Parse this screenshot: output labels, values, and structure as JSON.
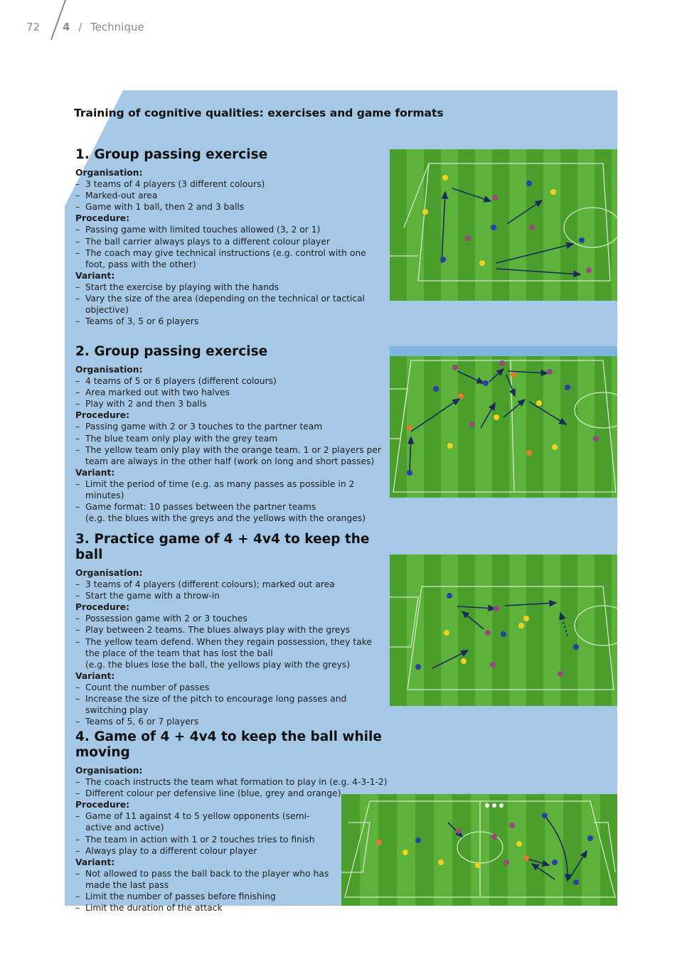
{
  "header": {
    "page_number": "72",
    "chapter_number": "4",
    "separator": "/",
    "chapter_title": "Technique"
  },
  "main_title": "Training of cognitive qualities: exercises and game formats",
  "colors": {
    "panel": "#a5c8e6",
    "pitch_light": "#6fbf3f",
    "pitch_dark": "#4ea42c"
  },
  "sections": [
    {
      "title": "1. Group passing exercise",
      "groups": [
        {
          "label": "Organisation:",
          "items": [
            "3 teams of 4 players (3 different colours)",
            "Marked-out area",
            "Game with 1 ball, then 2 and 3 balls"
          ]
        },
        {
          "label": "Procedure:",
          "items": [
            "Passing game with limited touches allowed (3, 2 or 1)",
            "The ball carrier always plays to a different colour player",
            "The coach may give technical instructions (e.g. control with one foot, pass with the other)"
          ]
        },
        {
          "label": "Variant:",
          "items": [
            "Start the exercise by playing with the hands",
            "Vary the size of the area (depending on the technical or tactical objective)",
            "Teams of 3, 5 or 6 players"
          ]
        }
      ]
    },
    {
      "title": "2. Group passing exercise",
      "groups": [
        {
          "label": "Organisation:",
          "items": [
            "4 teams of 5 or 6 players (different colours)",
            "Area marked out with two halves",
            "Play with 2 and then 3 balls"
          ]
        },
        {
          "label": "Procedure:",
          "items": [
            "Passing game with 2 or 3 touches to the partner team",
            "The blue team only play with the grey team",
            "The yellow team only play with the orange team. 1 or 2 players per team are always in the other half (work on long and short passes)"
          ]
        },
        {
          "label": "Variant:",
          "items": [
            "Limit the period of time (e.g. as many passes as possible in 2 minutes)",
            "Game format: 10 passes between the partner teams",
            "(e.g. the blues with the greys and the yellows with the oranges)"
          ]
        }
      ]
    },
    {
      "title": "3. Practice game of 4 + 4v4 to keep the ball",
      "groups": [
        {
          "label": "Organisation:",
          "items": [
            "3 teams of 4 players (different colours); marked out area",
            "Start the game with a throw-in"
          ]
        },
        {
          "label": "Procedure:",
          "items": [
            "Possession game with 2 or 3 touches",
            "Play between 2 teams. The blues always play with the greys",
            "The yellow team defend. When they regain possession, they take the place of the team that has lost the ball",
            "(e.g. the blues lose the ball, the yellows play with the greys)"
          ]
        },
        {
          "label": "Variant:",
          "items": [
            "Count the number of passes",
            "Increase the size of the pitch to encourage long passes and switching play",
            "Teams of 5, 6 or 7 players"
          ]
        }
      ]
    },
    {
      "title": "4. Game of 4 + 4v4 to keep the ball while moving",
      "groups": [
        {
          "label": "Organisation:",
          "items": [
            "The coach instructs the team what formation to play in (e.g. 4-3-1-2)",
            "Different colour per defensive line (blue, grey and orange)"
          ]
        },
        {
          "label": "Procedure:",
          "items": [
            "Game of 11 against 4 to 5 yellow opponents (semi-active and active)",
            "The team in action with 1 or 2 touches tries to finish",
            "Always play to a different colour player"
          ]
        },
        {
          "label": "Variant:",
          "items": [
            "Not allowed to pass the ball back to the player who has made the last pass",
            "Limit the number of passes before finishing",
            "Limit the duration of the attack"
          ]
        }
      ]
    }
  ]
}
